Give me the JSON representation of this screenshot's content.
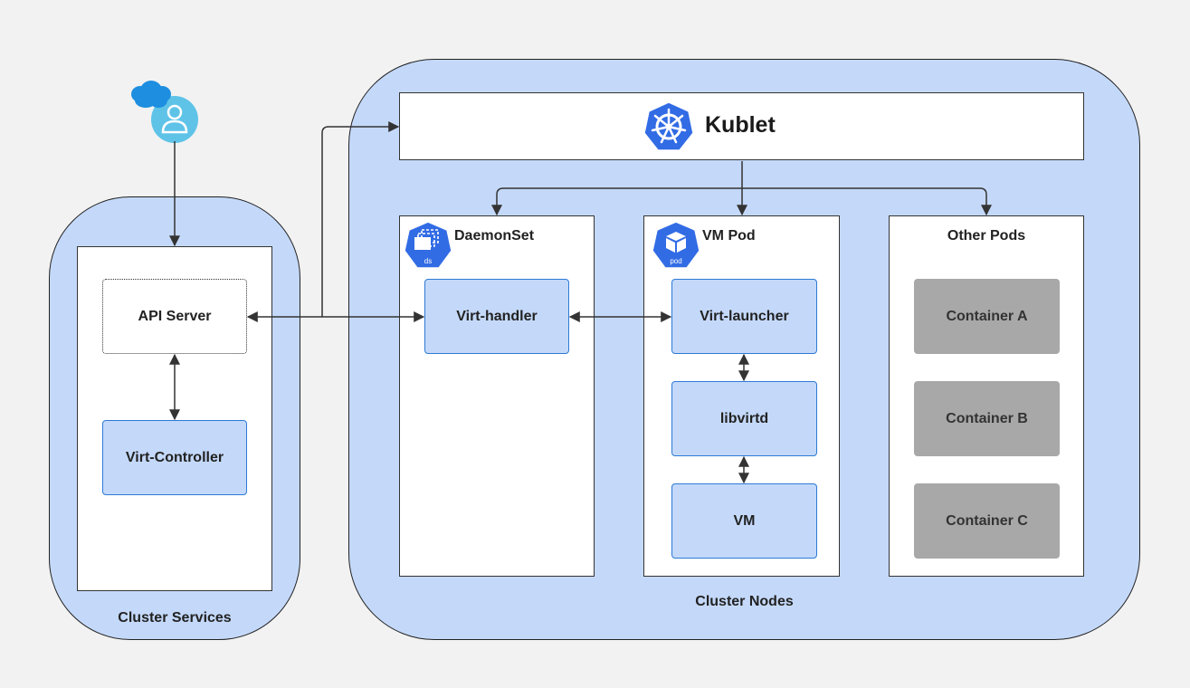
{
  "cluster_services": {
    "label": "Cluster Services"
  },
  "cluster_nodes": {
    "label": "Cluster Nodes"
  },
  "kublet": {
    "label": "Kublet",
    "icon": "kubernetes-helm-icon"
  },
  "api_server": {
    "label": "API Server"
  },
  "virt_controller": {
    "label": "Virt-Controller"
  },
  "daemonset": {
    "label": "DaemonSet",
    "icon": "daemonset-icon",
    "icon_text": "ds",
    "handler": "Virt-handler"
  },
  "vm_pod": {
    "label": "VM Pod",
    "icon": "pod-icon",
    "icon_text": "pod",
    "launcher": "Virt-launcher",
    "libvirtd": "libvirtd",
    "vm": "VM"
  },
  "other_pods": {
    "label": "Other Pods",
    "containers": [
      "Container A",
      "Container B",
      "Container C"
    ]
  },
  "user": {
    "icon": "user-cloud-icon"
  },
  "colors": {
    "region": "#c4d9fa",
    "accent": "#2d7ad6",
    "k8s_blue": "#326ce5",
    "container": "#a8a8a8"
  }
}
